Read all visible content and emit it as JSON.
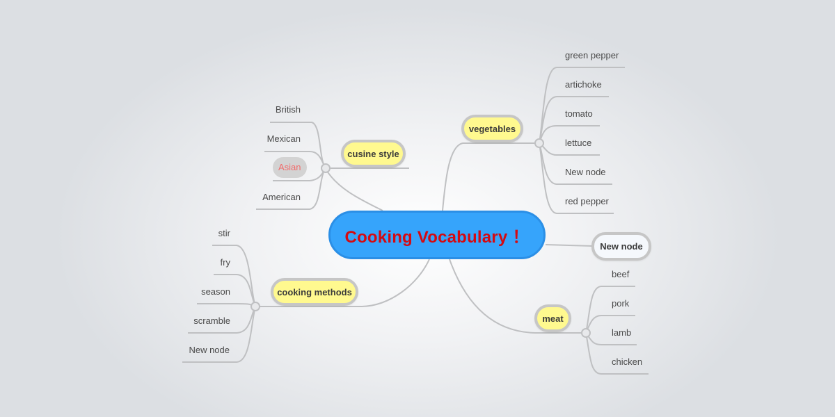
{
  "root": {
    "label": "Cooking Vocabulary ！",
    "fill_color": "#36a4fb",
    "text_color": "#d40a12"
  },
  "branches": {
    "cuisine_style": {
      "label": "cusine style",
      "children": [
        "British",
        "Mexican",
        "Asian",
        "American"
      ],
      "selected_child": "Asian"
    },
    "vegetables": {
      "label": "vegetables",
      "children": [
        "green pepper",
        "artichoke",
        "tomato",
        "lettuce",
        "New node",
        "red pepper"
      ]
    },
    "cooking_methods": {
      "label": "cooking methods",
      "children": [
        "stir",
        "fry",
        "season",
        "scramble",
        "New node"
      ]
    },
    "new_node": {
      "label": "New node"
    },
    "meat": {
      "label": "meat",
      "children": [
        "beef",
        "pork",
        "lamb",
        "chicken"
      ]
    }
  },
  "colors": {
    "topic_fill": "#fff98f",
    "topic_border": "#c6c6c6",
    "connector": "#bfc0c2",
    "selected_text": "#f26b6b",
    "selected_bg": "#d3d3d3"
  }
}
